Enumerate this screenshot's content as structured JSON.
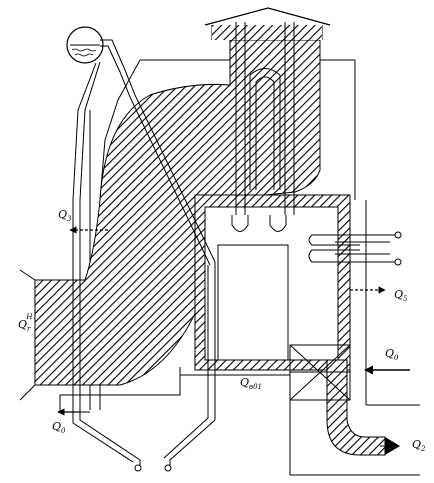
{
  "labels": {
    "q3": "Q",
    "q3_sub": "3",
    "q5": "Q",
    "q5_sub": "5",
    "qr": "Q",
    "qr_sub": "r",
    "qr_sup": "H",
    "q0_right": "Q",
    "q0_right_sub": "0",
    "q_right2": "Q",
    "q_right2_sub": "2",
    "q_bottom_left": "Q",
    "q_bottom_left_sub": "0",
    "q_center": "Q",
    "q_center_sub": "в01"
  },
  "colors": {
    "ink": "#000000",
    "paper": "#ffffff"
  }
}
